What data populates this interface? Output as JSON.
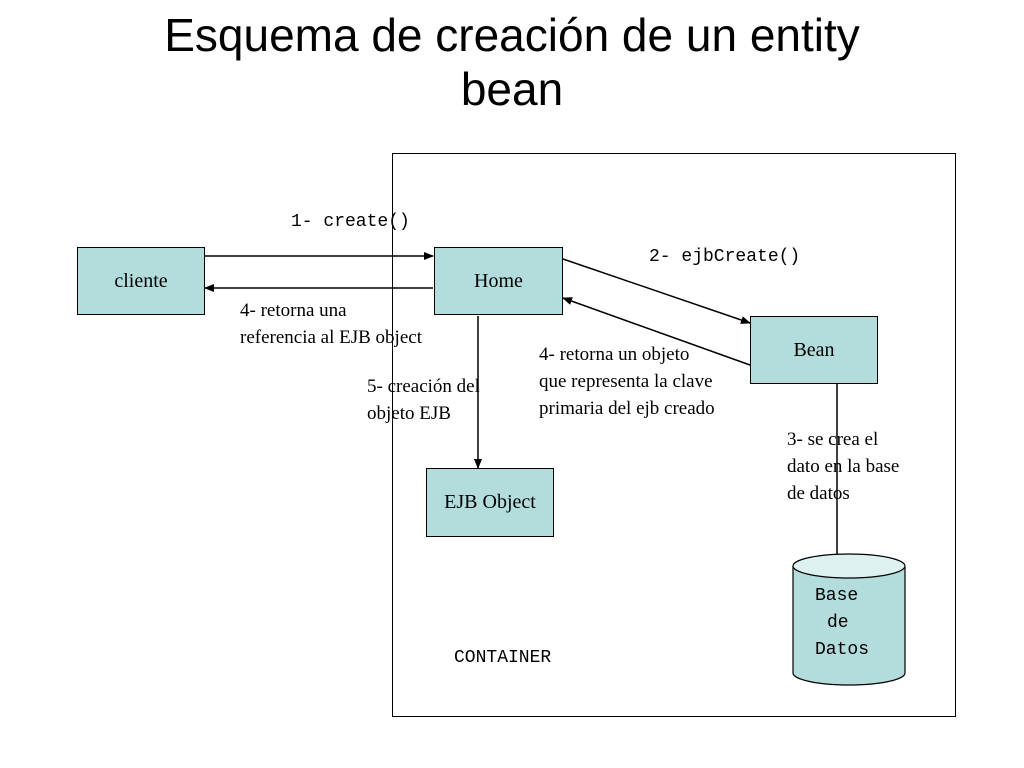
{
  "title": {
    "line1": "Esquema de creación de un entity",
    "line2": "bean"
  },
  "nodes": {
    "cliente": "cliente",
    "home": "Home",
    "bean": "Bean",
    "ejb_object": "EJB Object",
    "database": {
      "line1": "Base",
      "line2": "de",
      "line3": "Datos"
    },
    "container": "CONTAINER"
  },
  "edges": {
    "create": "1- create()",
    "ejb_create": "2- ejbCreate()",
    "db_insert": {
      "line1": "3- se crea el",
      "line2": "dato en la base",
      "line3": "de datos"
    },
    "return_key": {
      "line1": "4- retorna un objeto",
      "line2": "que representa la clave",
      "line3": "primaria del ejb creado"
    },
    "return_ref": {
      "line1": "4- retorna una",
      "line2": "referencia al EJB object"
    },
    "create_object": {
      "line1": "5- creación del",
      "line2": "objeto EJB"
    }
  },
  "colors": {
    "node_fill": "#b3dcdc",
    "db_fill": "#b3dcdc",
    "stroke": "#000000"
  }
}
